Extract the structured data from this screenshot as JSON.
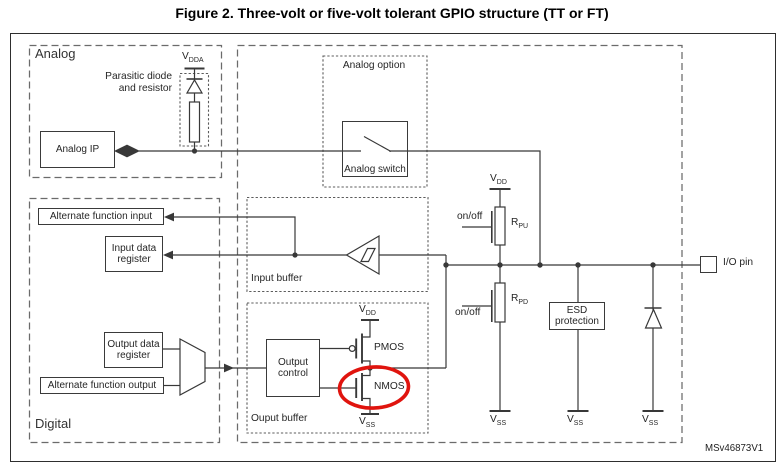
{
  "figure": {
    "title": "Figure 2. Three-volt or five-volt tolerant GPIO structure (TT or FT)",
    "watermark": "MSv46873V1"
  },
  "regions": {
    "analog": "Analog",
    "digital": "Digital",
    "analog_option": "Analog option",
    "input_buffer": "Input buffer",
    "output_buffer": "Ouput buffer"
  },
  "blocks": {
    "analog_ip": "Analog IP",
    "analog_switch": "Analog switch",
    "alt_func_input": "Alternate function input",
    "input_data_register": "Input data register",
    "output_data_register": "Output data register",
    "alt_func_output": "Alternate function output",
    "output_control": "Output control",
    "esd_protection": "ESD protection",
    "io_pin": "I/O pin"
  },
  "labels": {
    "parasitic_line1": "Parasitic diode",
    "parasitic_line2": "and resistor",
    "vdda": {
      "base": "V",
      "sub": "DDA"
    },
    "vdd_pullup": {
      "base": "V",
      "sub": "DD"
    },
    "vdd_output": {
      "base": "V",
      "sub": "DD"
    },
    "vss_output": {
      "base": "V",
      "sub": "SS"
    },
    "vss_pulldown": {
      "base": "V",
      "sub": "SS"
    },
    "vss_esd": {
      "base": "V",
      "sub": "SS"
    },
    "vss_diode": {
      "base": "V",
      "sub": "SS"
    },
    "r_pullup": {
      "base": "R",
      "sub": "PU"
    },
    "r_pulldown": {
      "base": "R",
      "sub": "PD"
    },
    "onoff_pullup": "on/off",
    "onoff_pulldown": "on/off",
    "pmos": "PMOS",
    "nmos": "NMOS"
  },
  "annotation": {
    "shape": "hand-drawn ellipse",
    "color": "#e0140e",
    "marks": "NMOS"
  }
}
